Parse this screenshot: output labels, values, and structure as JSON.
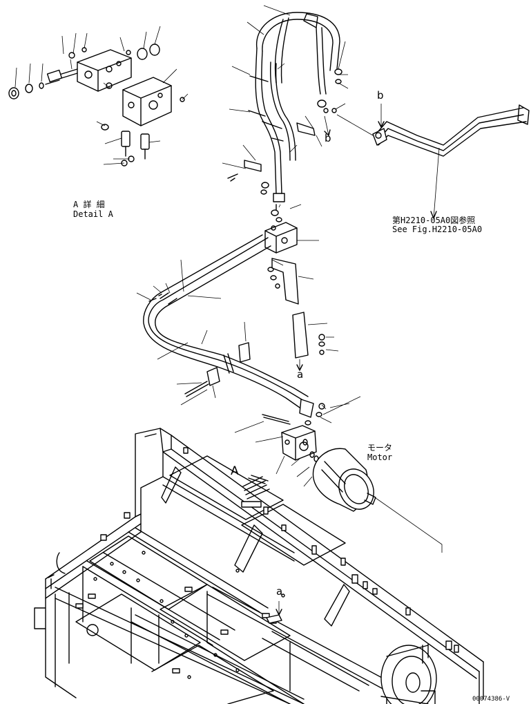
{
  "labels": {
    "detail_a_jp": "A 詳 細",
    "detail_a_en": "Detail A",
    "see_fig_jp": "第H2210-05A0図参照",
    "see_fig_en": "See Fig.H2210-05A0",
    "motor_jp": "モータ",
    "motor_en": "Motor",
    "ref_a_upper": "a",
    "ref_a_lower": "a",
    "ref_b_left": "b",
    "ref_b_right": "b",
    "view_a": "A",
    "drawing_code": "00074386-V"
  },
  "colors": {
    "line": "#000000",
    "background": "#ffffff"
  }
}
